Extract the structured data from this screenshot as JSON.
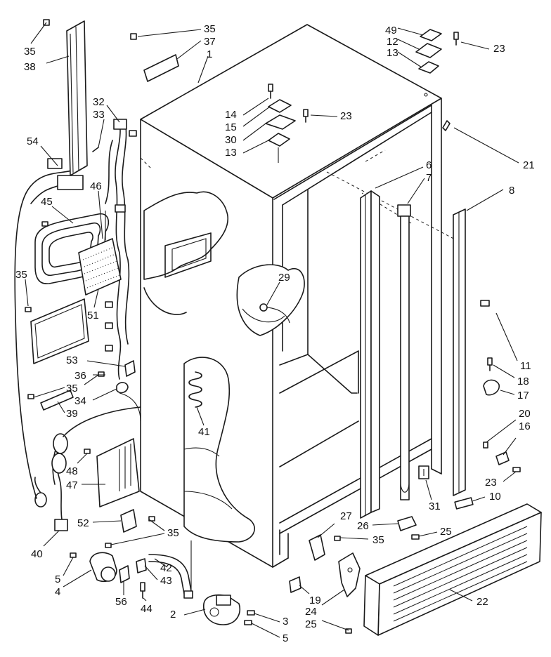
{
  "callouts": [
    {
      "id": "c35a",
      "text": "35"
    },
    {
      "id": "c38",
      "text": "38"
    },
    {
      "id": "c35b",
      "text": "35"
    },
    {
      "id": "c37",
      "text": "37"
    },
    {
      "id": "c1",
      "text": "1"
    },
    {
      "id": "c49",
      "text": "49"
    },
    {
      "id": "c12",
      "text": "12"
    },
    {
      "id": "c13a",
      "text": "13"
    },
    {
      "id": "c23a",
      "text": "23"
    },
    {
      "id": "c32",
      "text": "32"
    },
    {
      "id": "c33",
      "text": "33"
    },
    {
      "id": "c54",
      "text": "54"
    },
    {
      "id": "c14",
      "text": "14"
    },
    {
      "id": "c15",
      "text": "15"
    },
    {
      "id": "c23b",
      "text": "23"
    },
    {
      "id": "c30",
      "text": "30"
    },
    {
      "id": "c13b",
      "text": "13"
    },
    {
      "id": "c21",
      "text": "21"
    },
    {
      "id": "c6",
      "text": "6"
    },
    {
      "id": "c7",
      "text": "7"
    },
    {
      "id": "c8",
      "text": "8"
    },
    {
      "id": "c46",
      "text": "46"
    },
    {
      "id": "c45",
      "text": "45"
    },
    {
      "id": "c35c",
      "text": "35"
    },
    {
      "id": "c51",
      "text": "51"
    },
    {
      "id": "c29",
      "text": "29"
    },
    {
      "id": "c11",
      "text": "11"
    },
    {
      "id": "c18",
      "text": "18"
    },
    {
      "id": "c17",
      "text": "17"
    },
    {
      "id": "c53",
      "text": "53"
    },
    {
      "id": "c36",
      "text": "36"
    },
    {
      "id": "c35d",
      "text": "35"
    },
    {
      "id": "c34",
      "text": "34"
    },
    {
      "id": "c39",
      "text": "39"
    },
    {
      "id": "c41",
      "text": "41"
    },
    {
      "id": "c20",
      "text": "20"
    },
    {
      "id": "c16",
      "text": "16"
    },
    {
      "id": "c23c",
      "text": "23"
    },
    {
      "id": "c10",
      "text": "10"
    },
    {
      "id": "c48",
      "text": "48"
    },
    {
      "id": "c47",
      "text": "47"
    },
    {
      "id": "c31",
      "text": "31"
    },
    {
      "id": "c27",
      "text": "27"
    },
    {
      "id": "c26",
      "text": "26"
    },
    {
      "id": "c25a",
      "text": "25"
    },
    {
      "id": "c35e",
      "text": "35"
    },
    {
      "id": "c52",
      "text": "52"
    },
    {
      "id": "c35f",
      "text": "35"
    },
    {
      "id": "c40",
      "text": "40"
    },
    {
      "id": "c5a",
      "text": "5"
    },
    {
      "id": "c4",
      "text": "4"
    },
    {
      "id": "c42",
      "text": "42"
    },
    {
      "id": "c43",
      "text": "43"
    },
    {
      "id": "c56",
      "text": "56"
    },
    {
      "id": "c44",
      "text": "44"
    },
    {
      "id": "c2",
      "text": "2"
    },
    {
      "id": "c3",
      "text": "3"
    },
    {
      "id": "c5b",
      "text": "5"
    },
    {
      "id": "c19",
      "text": "19"
    },
    {
      "id": "c24",
      "text": "24"
    },
    {
      "id": "c25b",
      "text": "25"
    },
    {
      "id": "c22",
      "text": "22"
    }
  ]
}
